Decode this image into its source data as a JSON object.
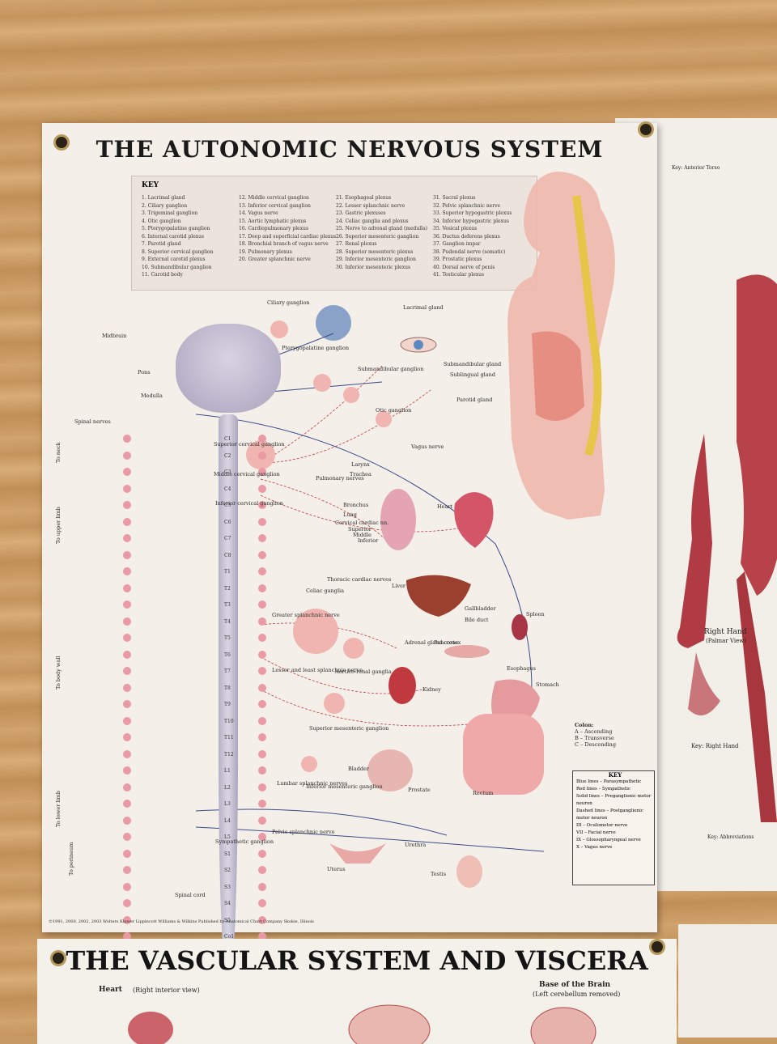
{
  "poster_main": {
    "title": "THE AUTONOMIC NERVOUS SYSTEM",
    "key_title": "KEY",
    "key_col1": [
      "1. Lacrimal gland",
      "2. Ciliary ganglion",
      "3. Trigeminal ganglion",
      "4. Otic ganglion",
      "5. Pterygopalatine ganglion",
      "6. Internal carotid plexus",
      "7. Parotid gland",
      "8. Superior cervical ganglion",
      "9. External carotid plexus",
      "10. Submandibular ganglion",
      "11. Carotid body"
    ],
    "key_col2": [
      "12. Middle cervical ganglion",
      "13. Inferior cervical ganglion",
      "14. Vagus nerve",
      "15. Aortic lymphatic plexus",
      "16. Cardiopulmonary plexus",
      "17. Deep and superficial cardiac plexus",
      "18. Bronchial branch of vagus nerve",
      "19. Pulmonary plexus",
      "20. Greater splanchnic nerve"
    ],
    "key_col3": [
      "21. Esophageal plexus",
      "22. Lesser splanchnic nerve",
      "23. Gastric plexuses",
      "24. Celiac ganglia and plexus",
      "25. Nerve to adrenal gland (medulla)",
      "26. Superior mesenteric ganglion",
      "27. Renal plexus",
      "28. Superior mesenteric plexus",
      "29. Inferior mesenteric ganglion",
      "30. Inferior mesenteric plexus"
    ],
    "key_col4": [
      "31. Sacral plexus",
      "32. Pelvic splanchnic nerve",
      "33. Superior hypogastric plexus",
      "34. Inferior hypogastric plexus",
      "35. Vesical plexus",
      "36. Ductus deferens plexus",
      "37. Ganglion impar",
      "38. Pudendal nerve (somatic)",
      "39. Prostatic plexus",
      "40. Dorsal nerve of penis",
      "41. Testicular plexus"
    ],
    "labels": {
      "midbrain": "Midbrain",
      "pons": "Pons",
      "medulla": "Medulla",
      "spinal_nerves": "Spinal nerves",
      "ciliary": "Ciliary ganglion",
      "lacrimal": "Lacrimal gland",
      "pterygo": "Pterygopalatine ganglion",
      "submand_ganglion": "Submandibular ganglion",
      "submand_gland": "Submandibular gland",
      "sublingual": "Sublingual gland",
      "parotid": "Parotid gland",
      "otic": "Otic ganglion",
      "sup_cervical": "Superior cervical ganglion",
      "mid_cervical": "Middle cervical ganglion",
      "inf_cervical": "Inferior cervical ganglion",
      "vagus": "Vagus nerve",
      "larynx": "Larynx",
      "trachea": "Trachea",
      "pulmonary": "Pulmonary nerves",
      "bronchus": "Bronchus",
      "lung": "Lung",
      "cervical_cardiac": "Cervical cardiac nn.",
      "superior": "Superior",
      "middle": "Middle",
      "inferior": "Inferior",
      "heart": "Heart",
      "thoracic_cardiac": "Thoracic cardiac nerves",
      "liver": "Liver",
      "gallbladder": "Gallbladder",
      "bile_duct": "Bile duct",
      "spleen": "Spleen",
      "celiac": "Celiac ganglia",
      "greater_splanchnic": "Greater splanchnic nerve",
      "pancreas": "Pancreas",
      "adrenal": "Adrenal gland cortex",
      "aortico": "Aortico-renal ganglia",
      "kidney": "Kidney",
      "esophagus": "Esophagus",
      "stomach": "Stomach",
      "lesser": "Lesser and least splanchnic nerve",
      "sup_mesenteric": "Superior mesenteric ganglion",
      "bladder": "Bladder",
      "prostate": "Prostate",
      "rectum": "Rectum",
      "lumbar": "Lumbar splanchnic nerves",
      "inf_mesenteric": "Inferior mesenteric ganglion",
      "pelvic": "Pelvic splanchnic nerve",
      "sympathetic": "Sympathetic ganglion",
      "urethra": "Urethra",
      "uterus": "Uterus",
      "testis": "Testis",
      "spinal_cord": "Spinal cord",
      "to_neck": "To neck",
      "to_upper_limb": "To upper limb",
      "to_body_wall": "To body wall",
      "to_lower_limb": "To lower limb",
      "to_perineum": "To perineum"
    },
    "colon_key": [
      "Colon:",
      "A – Ascending",
      "B – Transverse",
      "C – Descending"
    ],
    "legend": [
      "KEY",
      "Blue lines – Parasympathetic",
      "Red lines – Sympathetic",
      "Solid lines – Preganglionic motor neuron",
      "Dashed lines – Postganglionic motor neuron",
      "III – Oculomotor nerve",
      "VII – Facial nerve",
      "IX – Glossopharyngeal nerve",
      "X – Vagus nerve"
    ],
    "segments": [
      "C1",
      "C2",
      "C3",
      "C4",
      "C5",
      "C6",
      "C7",
      "C8",
      "T1",
      "T2",
      "T3",
      "T4",
      "T5",
      "T6",
      "T7",
      "T8",
      "T9",
      "T10",
      "T11",
      "T12",
      "L1",
      "L2",
      "L3",
      "L4",
      "L5",
      "S1",
      "S2",
      "S3",
      "S4",
      "S5",
      "Co1"
    ],
    "cranial": [
      "III",
      "VII",
      "IX",
      "X"
    ],
    "footer": "©1991, 2000, 2002, 2003   Wolters Kluwer   Lippincott Williams & Wilkins   Published by Anatomical Chart Company Skokie, Illinois"
  },
  "poster_side": {
    "key_title": "Key: Anterior Torso",
    "right_hand": "Right Hand",
    "palmar": "(Palmar View)",
    "key_hand": "Key: Right Hand",
    "abbrev": "Key: Abbreviations"
  },
  "poster_bottom": {
    "title": "THE VASCULAR SYSTEM AND VISCERA",
    "heart": "Heart",
    "heart_sub": "(Right interior view)",
    "brain": "Base of the Brain",
    "brain_sub": "(Left cerebellum removed)"
  }
}
